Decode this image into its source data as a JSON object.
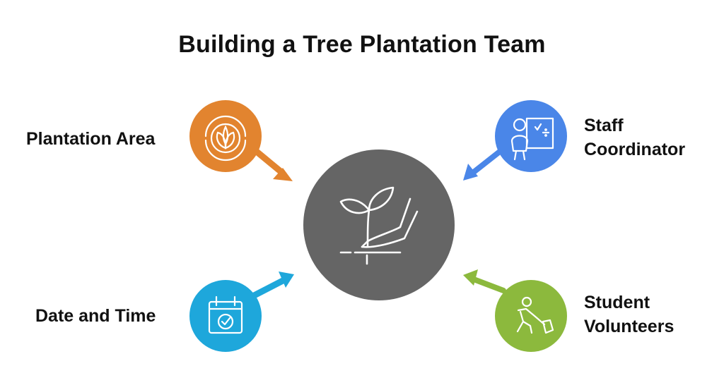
{
  "title": "Building a Tree Plantation Team",
  "nodes": {
    "plantation_area": {
      "label": "Plantation Area",
      "color": "#E2842F",
      "icon": "sprout-in-circle-icon"
    },
    "staff_coordinator": {
      "label_line1": "Staff",
      "label_line2": "Coordinator",
      "color": "#4A86E8",
      "icon": "teacher-at-board-icon"
    },
    "date_and_time": {
      "label": "Date and Time",
      "color": "#1EA7DB",
      "icon": "calendar-check-icon"
    },
    "student_volunteers": {
      "label_line1": "Student",
      "label_line2": "Volunteers",
      "color": "#8CB93D",
      "icon": "worker-with-shovel-icon"
    }
  },
  "center": {
    "color": "#656565",
    "icon": "hand-planting-seedling-icon"
  }
}
